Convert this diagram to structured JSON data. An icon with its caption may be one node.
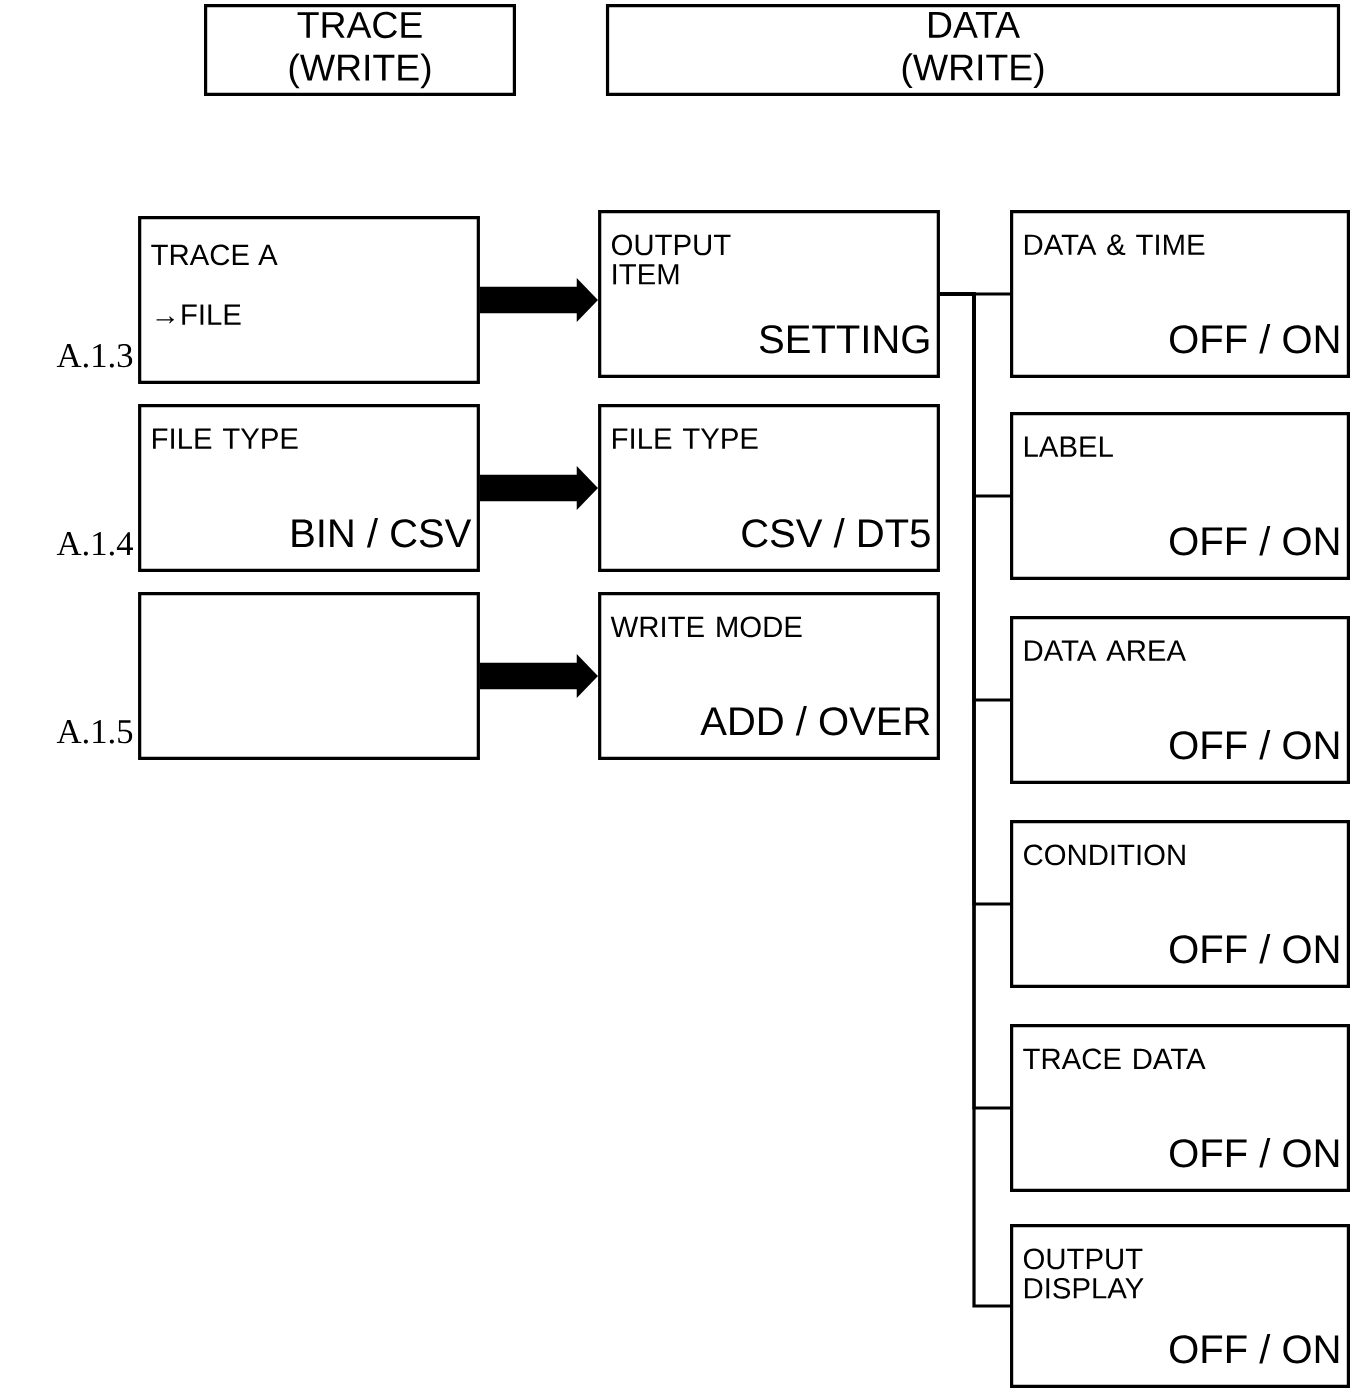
{
  "diagram": {
    "nodes": [
      {
        "text": [
          "TRACE (WRITE)"
        ]
      },
      {
        "text": [
          "DATA (WRITE)"
        ]
      },
      {
        "text": [
          "TRACE A",
          "→FILE"
        ],
        "beside": [
          "A.1.3"
        ]
      },
      {
        "text": [
          "FILE TYPE",
          "BIN / CSV"
        ],
        "beside": [
          "A.1.4"
        ]
      },
      {
        "text": [],
        "shape": "box",
        "beside": [
          "A.1.5"
        ]
      },
      {
        "text": [
          "OUTPUT ITEM",
          "SETTING"
        ]
      },
      {
        "text": [
          "FILE TYPE",
          "CSV / DT5"
        ]
      },
      {
        "text": [
          "WRITE MODE",
          "ADD / OVER"
        ]
      },
      {
        "text": [
          "DATA & TIME",
          "OFF / ON"
        ]
      },
      {
        "text": [
          "LABEL",
          "OFF / ON"
        ]
      },
      {
        "text": [
          "DATA AREA",
          "OFF / ON"
        ]
      },
      {
        "text": [
          "CONDITION",
          "OFF / ON"
        ]
      },
      {
        "text": [
          "TRACE DATA",
          "OFF / ON"
        ]
      },
      {
        "text": [
          "OUTPUT DISPLAY",
          "OFF / ON"
        ]
      }
    ],
    "edges": [
      {
        "from": 2,
        "to": 5,
        "arrow": "to",
        "style": "thick"
      },
      {
        "from": 3,
        "to": 6,
        "arrow": "to",
        "style": "thick"
      },
      {
        "from": 4,
        "to": 7,
        "arrow": "to",
        "style": "thick"
      },
      {
        "from": 5,
        "to": 8,
        "arrow": "none"
      },
      {
        "from": 5,
        "to": 9,
        "arrow": "none"
      },
      {
        "from": 5,
        "to": 10,
        "arrow": "none"
      },
      {
        "from": 5,
        "to": 11,
        "arrow": "none"
      },
      {
        "from": 5,
        "to": 12,
        "arrow": "none"
      },
      {
        "from": 5,
        "to": 13,
        "arrow": "none"
      }
    ]
  }
}
